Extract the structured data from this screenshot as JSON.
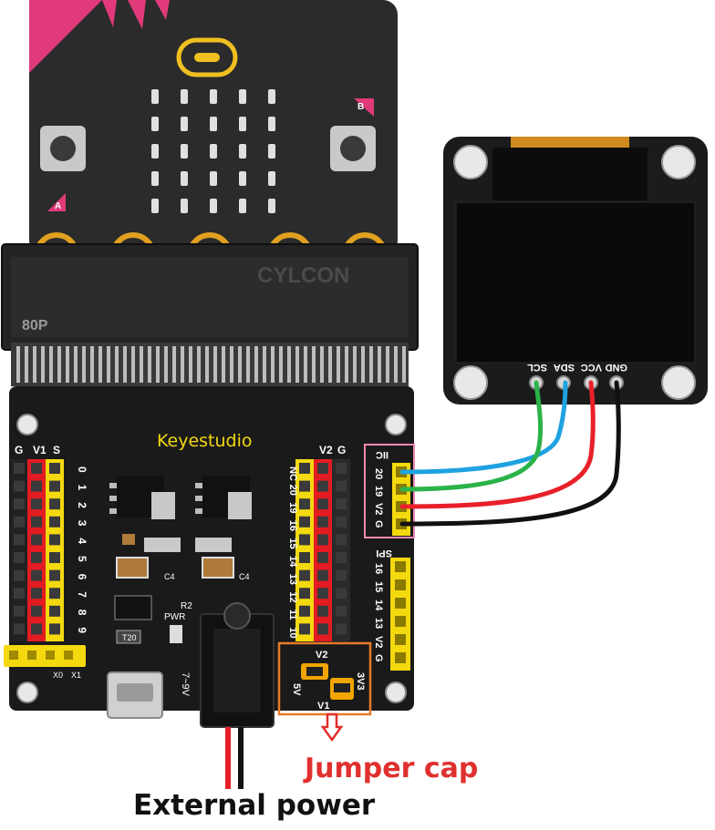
{
  "shield": {
    "brand": "Keyestudio",
    "header_labels_left": {
      "g": "G",
      "v1": "V1",
      "s": "S"
    },
    "pin_numbers_left": [
      "0",
      "1",
      "2",
      "3",
      "4",
      "5",
      "6",
      "7",
      "8",
      "9"
    ],
    "pin_numbers_right": [
      "NC",
      "20",
      "19",
      "16",
      "15",
      "14",
      "13",
      "12",
      "11",
      "10"
    ],
    "header_labels_right": {
      "v2": "V2",
      "g": "G"
    },
    "iic": {
      "title": "IIC",
      "pins": [
        "20",
        "19",
        "V2",
        "G"
      ]
    },
    "spi": {
      "title": "SPI",
      "pins": [
        "16",
        "15",
        "14",
        "13",
        "V2",
        "G"
      ]
    },
    "jumper": {
      "top": "V2",
      "left": "5V",
      "right": "3V3",
      "bottom": "V1"
    },
    "power_jack_label": "7~9V",
    "silk": {
      "pwr": "PWR",
      "r2": "R2",
      "t20": "T20",
      "c4a": "C4",
      "c4b": "C4",
      "x0": "X0",
      "x1": "X1"
    }
  },
  "microbit": {
    "button_a": "A",
    "button_b": "B",
    "connector_brand": "CYLCON",
    "connector_pins": "80P"
  },
  "oled": {
    "pin_labels": [
      "SCL",
      "SDA",
      "VCC",
      "GND"
    ]
  },
  "annotations": {
    "jumper_cap": "Jumper cap",
    "external_power": "External power"
  },
  "colors": {
    "wire_scl": "#1fa2e0",
    "wire_sda": "#2bb34a",
    "wire_vcc": "#e8202a",
    "wire_gnd": "#111111",
    "board_black": "#1a1a1a",
    "microbit_body": "#2b2b2b",
    "microbit_accent": "#e03a7a",
    "header_yellow": "#f4d90f",
    "header_red": "#e21c22",
    "callout_red": "#e0302e",
    "highlight_pink": "#f08ab3",
    "highlight_orange": "#e87a2a"
  }
}
